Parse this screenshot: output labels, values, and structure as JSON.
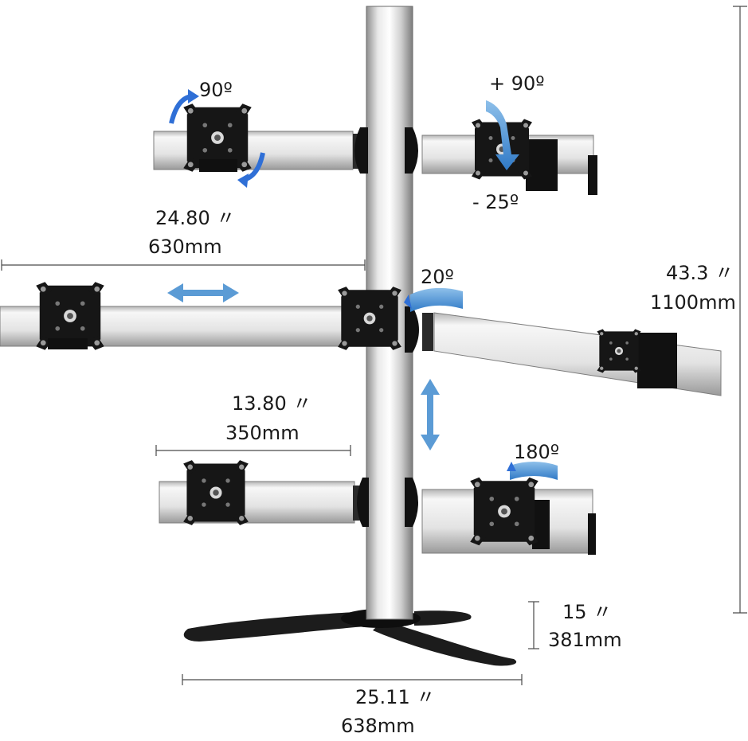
{
  "labels": {
    "top_left_rotation": "90º",
    "top_right_tilt_up": "+ 90º",
    "top_right_tilt_down": "- 25º",
    "mid_arm_width_in": "24.80 〃",
    "mid_arm_width_mm": "630mm",
    "mid_right_swivel": "20º",
    "total_height_in": "43.3 〃",
    "total_height_mm": "1100mm",
    "low_arm_width_in": "13.80 〃",
    "low_arm_width_mm": "350mm",
    "low_right_rotation": "180º",
    "base_height_in": "15 〃",
    "base_height_mm": "381mm",
    "base_width_in": "25.11 〃",
    "base_width_mm": "638mm"
  },
  "icons": {
    "rotation_arrows": "rotate-arrow-icon",
    "tilt_arrow": "tilt-arrow-icon",
    "swivel_arrow": "swivel-arrow-icon",
    "horizontal_slide": "horizontal-double-arrow-icon",
    "vertical_slide": "vertical-double-arrow-icon"
  },
  "colors": {
    "arrow_blue": "#2f6fd6",
    "slide_arrow": "#5b9bd5",
    "mount_plate": "#141414",
    "aluminum": "#c9c9c9"
  }
}
